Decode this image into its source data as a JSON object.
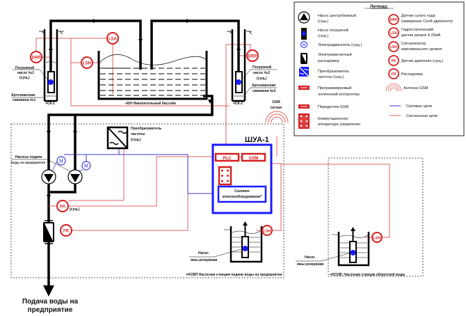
{
  "colors": {
    "pipe": "#000000",
    "signal": "#d42020",
    "signal_line": "#e06060",
    "power": "#1a1aff",
    "power_line": "#3a3ad0",
    "legend_border": "#222222"
  },
  "legend": {
    "title": "Легенда:",
    "items": [
      {
        "icon": "centrifugal-pump-icon",
        "label1": "Насос центробежный",
        "label2": "(сущ.)"
      },
      {
        "icon": "submersible-pump-icon",
        "label1": "Насос погружной",
        "label2": "(сущ.)"
      },
      {
        "icon": "motor-icon",
        "label1": "Электродвигатель (сущ.)",
        "label2": ""
      },
      {
        "icon": "flowmeter-icon",
        "label1": "Электромагнитный",
        "label2": "расходомер"
      },
      {
        "icon": "frequency-converter-icon",
        "label1": "Преобразователь",
        "label2": "частоты (сущ.)"
      },
      {
        "icon": "plc-icon",
        "label1": "Программируемый",
        "label2": "логический контроллер"
      },
      {
        "icon": "gsm-transmitter-icon",
        "label1": "Передатчик GSM",
        "label2": ""
      },
      {
        "icon": "switchgear-icon",
        "label1": "Коммутационная",
        "label2": "аппаратура управления"
      }
    ],
    "sensors": [
      {
        "tag": "DRP",
        "label1": "Датчик сухого хода",
        "label2": "(измерение CosФ двигателя)"
      },
      {
        "tag": "LSA",
        "label1": "Гидростатический",
        "label2": "датчик уровня 4-20мА"
      },
      {
        "tag": "LSH",
        "label1": "Сигнализатор",
        "label2": "максимального уровня"
      },
      {
        "tag": "PA",
        "label1": "Датчик давления (сущ.)",
        "label2": ""
      },
      {
        "tag": "FR",
        "label1": "Расходомер",
        "label2": ""
      },
      {
        "tag": "antenna",
        "label1": "Антенна GSM",
        "label2": ""
      }
    ],
    "lines": [
      {
        "type": "power",
        "label": "Силовые цепи"
      },
      {
        "type": "signal",
        "label": "Сигнальные цепи"
      }
    ]
  },
  "diagram": {
    "well1": {
      "tag": "+СК-1",
      "pump_label1": "Погружной",
      "pump_label2": "насос №1",
      "pump_label3": "(сущ.)",
      "well_label1": "Артезианская",
      "well_label2": "скважина №1"
    },
    "well2": {
      "tag": "+СК-2",
      "pump_label1": "Погружной",
      "pump_label2": "насос №2",
      "pump_label3": "(сущ.)",
      "well_label1": "Артезианская",
      "well_label2": "скважина №2"
    },
    "tank": {
      "label": "+БН Накопительный бассейн"
    },
    "gsm_signal": {
      "line1": "GSM",
      "line2": "сигнал"
    },
    "sensor_tags": {
      "drp": "DRP",
      "lsa": "LSA",
      "lsh": "LSH",
      "pa": "PA",
      "fr": "FR",
      "motor": "M"
    },
    "fc": {
      "label1": "Преобразователь",
      "label2": "частоты",
      "label3": "(сущ.)"
    },
    "pumps": {
      "label1": "Насосы подачи",
      "label2": "воды на предприятие"
    },
    "pa_note": "(сущ.)",
    "cabinet": {
      "title": "ШУА-1",
      "plc": "PLC",
      "gsm": "GSM",
      "power_equipment1": "Силовое",
      "power_equipment2": "электрооборудование*"
    },
    "station1": {
      "pump_label1": "Насос",
      "pump_label2": "ямы резервная",
      "caption": "+НСВП Насосная станция подачи воды на предприятие"
    },
    "station2": {
      "pump_label1": "Насос",
      "pump_label2": "ямы резервная",
      "caption": "+НСОВ. Насосная станция оборотной воды"
    },
    "output_label1": "Подача воды на",
    "output_label2": "предприятие"
  }
}
